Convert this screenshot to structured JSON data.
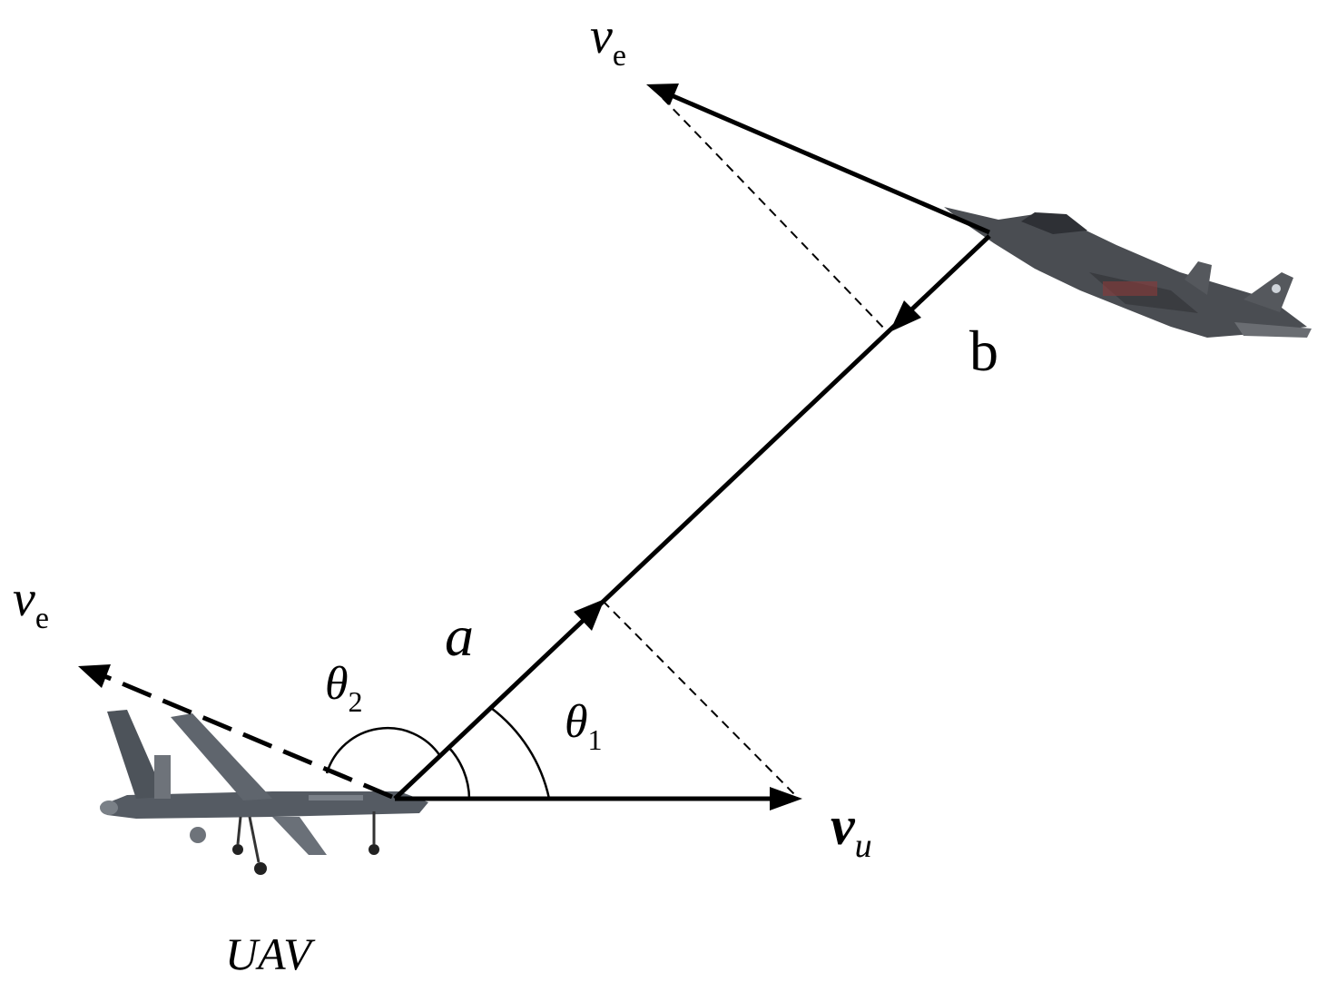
{
  "labels": {
    "ve_top": {
      "main": "v",
      "sub": "e"
    },
    "ve_left": {
      "main": "v",
      "sub": "e"
    },
    "vu": {
      "main": "v",
      "sub": "u"
    },
    "a": "a",
    "b": "b",
    "theta1": {
      "main": "θ",
      "sub": "1"
    },
    "theta2": {
      "main": "θ",
      "sub": "2"
    },
    "uav": "UAV"
  },
  "colors": {
    "ink": "#000000",
    "uav_body": "#555b63",
    "jet_body": "#4a4d52"
  },
  "icons": {
    "uav": "uav-drone-icon",
    "jet": "fighter-jet-icon"
  }
}
